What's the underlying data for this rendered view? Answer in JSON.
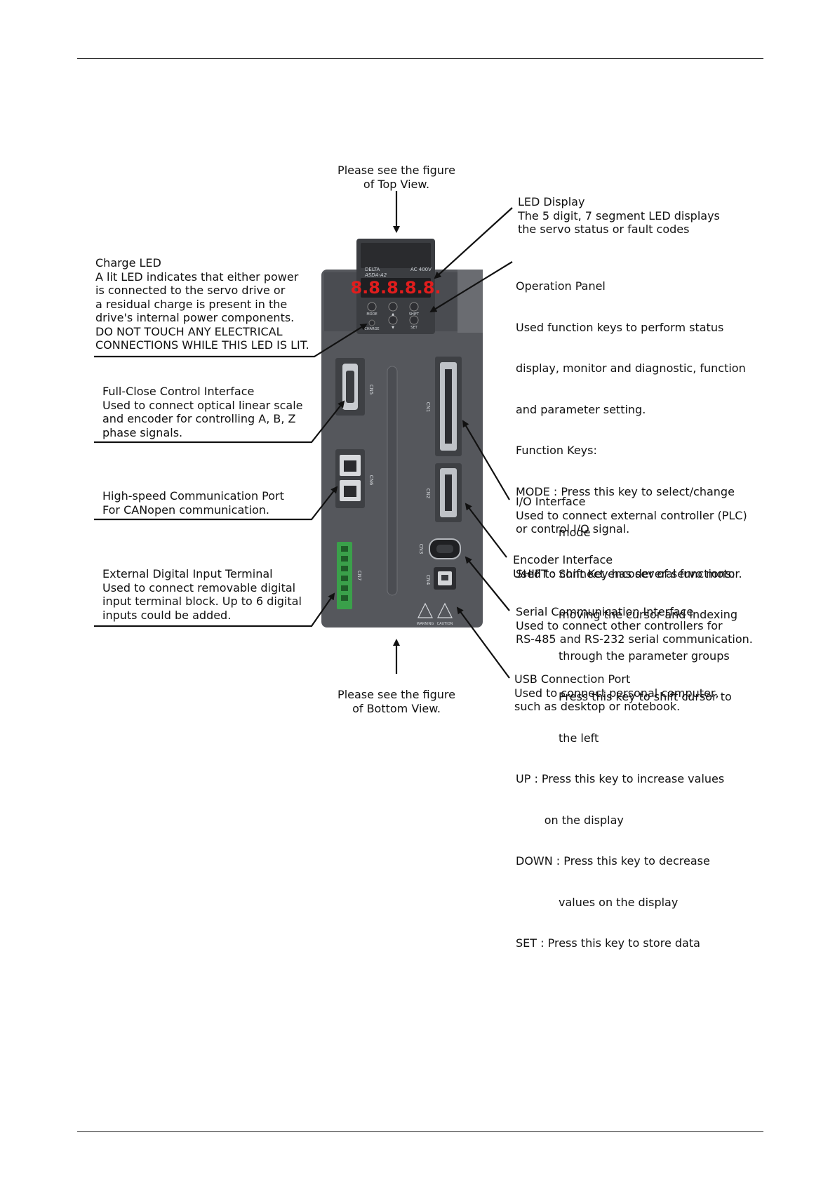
{
  "callouts": {
    "top_view": [
      "Please see the figure",
      "of Top View."
    ],
    "led_display": [
      "LED Display",
      "The 5 digit, 7 segment LED displays",
      "the servo status or fault codes"
    ],
    "charge_led": [
      "Charge LED",
      "A lit LED indicates that either power",
      "is connected to the servo drive or",
      "a residual charge is present in the",
      "drive's internal power components.",
      "DO NOT TOUCH ANY ELECTRICAL",
      "CONNECTIONS WHILE THIS LED IS LIT."
    ],
    "operation_panel": [
      "Operation Panel",
      "Used function keys to perform status",
      "display, monitor and diagnostic, function",
      "and parameter setting.",
      "Function Keys:",
      "MODE : Press this key to select/change",
      "            mode",
      "SHIFT : Shift Key has several functions:",
      "            moving the cursor and indexing",
      "            through the parameter groups",
      "            Press this key to shift cursor to",
      "            the left",
      "UP : Press this key to increase values",
      "        on the display",
      "DOWN : Press this key to decrease",
      "            values on the display",
      "SET : Press this key to store data"
    ],
    "full_close": [
      "Full-Close Control Interface",
      "Used to connect optical linear scale",
      "and encoder for controlling A, B, Z",
      "phase signals."
    ],
    "high_speed": [
      "High-speed Communication Port",
      "For CANopen communication."
    ],
    "io_interface": [
      "I/O Interface",
      "Used to connect external controller (PLC)",
      "or control I/O signal."
    ],
    "encoder_interface": [
      "Encoder Interface",
      "Used to connect encoder of servo motor."
    ],
    "external_digital": [
      "External Digital Input Terminal",
      "Used to connect removable digital",
      "input terminal block. Up to 6 digital",
      "inputs could be added."
    ],
    "serial_comm": [
      "Serial Communication Interface",
      "Used to connect other controllers for",
      "RS-485 and RS-232 serial communication."
    ],
    "bottom_view": [
      "Please see the figure",
      "of Bottom View."
    ],
    "usb_port": [
      "USB Connection Port",
      "Used to connect personal computer,",
      "such as desktop or notebook."
    ]
  },
  "drive": {
    "brand": "DELTA",
    "model": "ASDA-A2",
    "rating": "AC 400V",
    "display": "8.8.8.8.8.",
    "keys": [
      "MODE",
      "▲",
      "SHIFT",
      "▼",
      "SET"
    ],
    "charge_label": "CHARGE",
    "ports": [
      "CN5",
      "CN1",
      "CN6",
      "CN2",
      "CN3",
      "CN4",
      "CN7"
    ],
    "warnings": [
      "WARNING",
      "CAUTION"
    ]
  },
  "colors": {
    "drive_body": "#55575c",
    "led_digits": "#e11d1d",
    "terminal_green": "#3aa04a"
  }
}
